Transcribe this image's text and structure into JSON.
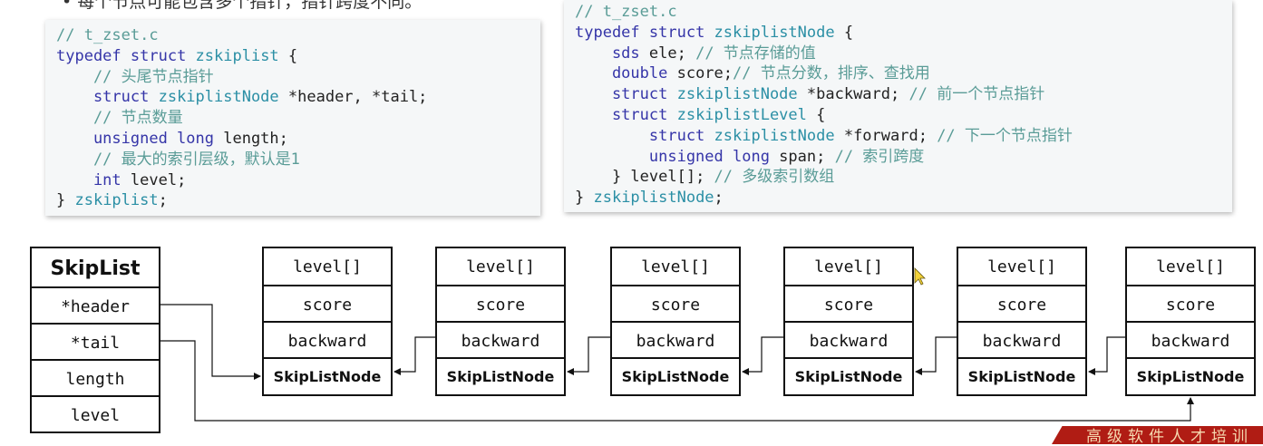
{
  "top_note": "• 每个节点可能包含多个指针，指针跨度不同。",
  "code_left": [
    {
      "parts": [
        {
          "t": "// t_zset.c",
          "c": "c"
        }
      ]
    },
    {
      "parts": [
        {
          "t": "typedef",
          "c": "k"
        },
        {
          "t": " struct ",
          "c": "k"
        },
        {
          "t": "zskiplist",
          "c": "t"
        },
        {
          "t": " {",
          "c": "p"
        }
      ]
    },
    {
      "parts": [
        {
          "t": "    // 头尾节点指针",
          "c": "c"
        }
      ]
    },
    {
      "parts": [
        {
          "t": "    struct ",
          "c": "k"
        },
        {
          "t": "zskiplistNode",
          "c": "t"
        },
        {
          "t": " *header, *tail;",
          "c": "p"
        }
      ]
    },
    {
      "parts": [
        {
          "t": "    // 节点数量",
          "c": "c"
        }
      ]
    },
    {
      "parts": [
        {
          "t": "    unsigned long ",
          "c": "k"
        },
        {
          "t": "length;",
          "c": "p"
        }
      ]
    },
    {
      "parts": [
        {
          "t": "    // 最大的索引层级，默认是1",
          "c": "c"
        }
      ]
    },
    {
      "parts": [
        {
          "t": "    int ",
          "c": "k"
        },
        {
          "t": "level;",
          "c": "p"
        }
      ]
    },
    {
      "parts": [
        {
          "t": "} ",
          "c": "p"
        },
        {
          "t": "zskiplist",
          "c": "t"
        },
        {
          "t": ";",
          "c": "p"
        }
      ]
    }
  ],
  "code_right": [
    {
      "parts": [
        {
          "t": "// t_zset.c",
          "c": "c"
        }
      ]
    },
    {
      "parts": [
        {
          "t": "typedef",
          "c": "k"
        },
        {
          "t": " struct ",
          "c": "k"
        },
        {
          "t": "zskiplistNode",
          "c": "t"
        },
        {
          "t": " {",
          "c": "p"
        }
      ]
    },
    {
      "parts": [
        {
          "t": "    sds ",
          "c": "k"
        },
        {
          "t": "ele; ",
          "c": "p"
        },
        {
          "t": "// 节点存储的值",
          "c": "c"
        }
      ]
    },
    {
      "parts": [
        {
          "t": "    double ",
          "c": "k"
        },
        {
          "t": "score;",
          "c": "p"
        },
        {
          "t": "// 节点分数，排序、查找用",
          "c": "c"
        }
      ]
    },
    {
      "parts": [
        {
          "t": "    struct ",
          "c": "k"
        },
        {
          "t": "zskiplistNode",
          "c": "t"
        },
        {
          "t": " *backward; ",
          "c": "p"
        },
        {
          "t": "// 前一个节点指针",
          "c": "c"
        }
      ]
    },
    {
      "parts": [
        {
          "t": "    struct ",
          "c": "k"
        },
        {
          "t": "zskiplistLevel",
          "c": "t"
        },
        {
          "t": " {",
          "c": "p"
        }
      ]
    },
    {
      "parts": [
        {
          "t": "        struct ",
          "c": "k"
        },
        {
          "t": "zskiplistNode",
          "c": "t"
        },
        {
          "t": " *forward; ",
          "c": "p"
        },
        {
          "t": "// 下一个节点指针",
          "c": "c"
        }
      ]
    },
    {
      "parts": [
        {
          "t": "        unsigned long ",
          "c": "k"
        },
        {
          "t": "span; ",
          "c": "p"
        },
        {
          "t": "// 索引跨度",
          "c": "c"
        }
      ]
    },
    {
      "parts": [
        {
          "t": "    } ",
          "c": "p"
        },
        {
          "t": "level[]; ",
          "c": "p"
        },
        {
          "t": "// 多级索引数组",
          "c": "c"
        }
      ]
    },
    {
      "parts": [
        {
          "t": "} ",
          "c": "p"
        },
        {
          "t": "zskiplistNode",
          "c": "t"
        },
        {
          "t": ";",
          "c": "p"
        }
      ]
    }
  ],
  "skiplist": {
    "title": "SkipList",
    "fields": [
      "*header",
      "*tail",
      "length",
      "level"
    ]
  },
  "node": {
    "fields": [
      "level[]",
      "score",
      "backward"
    ],
    "title": "SkipListNode",
    "count": 6
  },
  "banner_text": "高级软件人才培训"
}
